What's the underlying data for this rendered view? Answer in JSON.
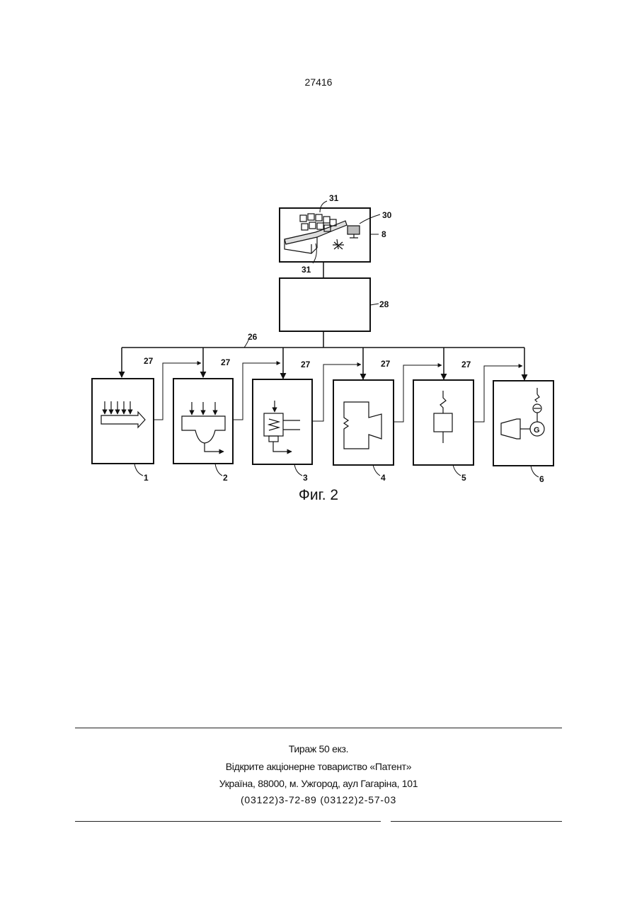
{
  "page_number": "27416",
  "figure": {
    "caption": "Фиг. 2",
    "labels": {
      "control_room": "8",
      "monitors": "31",
      "monitors_lower": "31",
      "operator_seat": "30",
      "controller": "28",
      "bus": "26",
      "link": "27",
      "units": [
        "1",
        "2",
        "3",
        "4",
        "5",
        "6"
      ]
    }
  },
  "footer": {
    "circulation": "Тираж 50 екз.",
    "publisher": "Відкрите акціонерне товариство «Патент»",
    "address": "Україна, 88000, м. Ужгород, аул Гагаріна, 101",
    "phones": "(03122)3-72-89  (03122)2-57-03"
  }
}
